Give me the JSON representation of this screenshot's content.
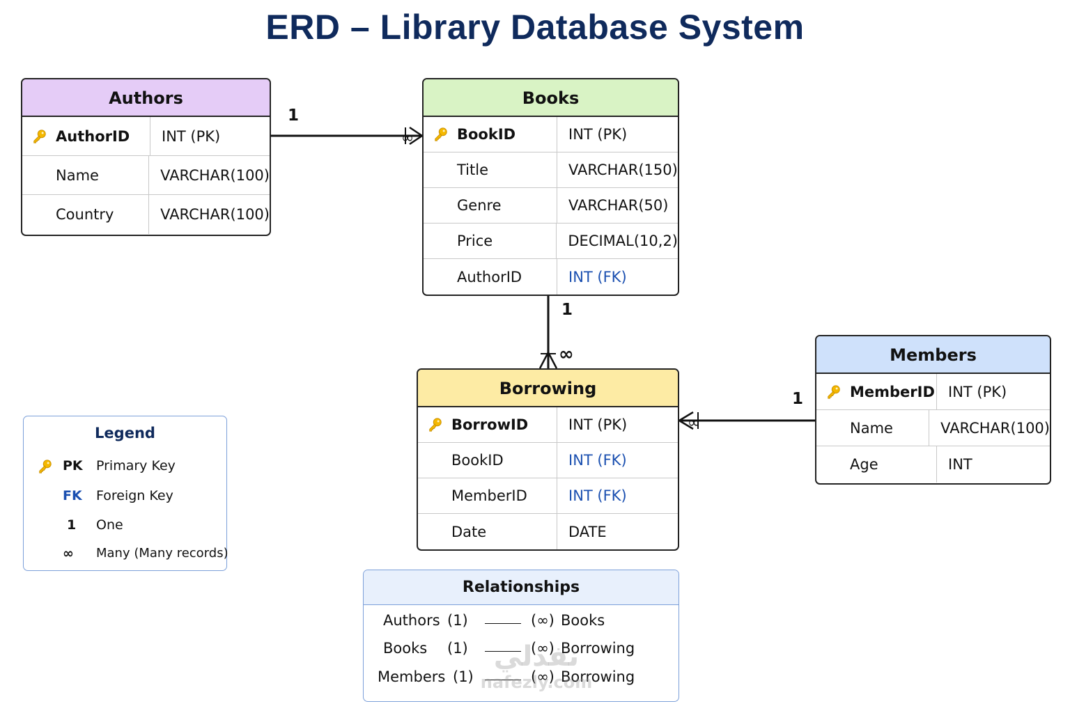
{
  "title": "ERD – Library Database System",
  "colors": {
    "title": "#0f2a5c",
    "authors_header": "#e5ccf7",
    "books_header": "#d9f3c5",
    "borrowing_header": "#fdeba4",
    "members_header": "#cfe1fb",
    "foreign_key_text": "#1a4fb0",
    "key_icon": "#f5b800"
  },
  "entities": {
    "authors": {
      "name": "Authors",
      "rows": [
        {
          "field": "AuthorID",
          "type": "INT (PK)"
        },
        {
          "field": "Name",
          "type": "VARCHAR(100)"
        },
        {
          "field": "Country",
          "type": "VARCHAR(100)"
        }
      ]
    },
    "books": {
      "name": "Books",
      "rows": [
        {
          "field": "BookID",
          "type": "INT (PK)"
        },
        {
          "field": "Title",
          "type": "VARCHAR(150)"
        },
        {
          "field": "Genre",
          "type": "VARCHAR(50)"
        },
        {
          "field": "Price",
          "type": "DECIMAL(10,2)"
        },
        {
          "field": "AuthorID",
          "type": "INT (FK)"
        }
      ]
    },
    "borrowing": {
      "name": "Borrowing",
      "rows": [
        {
          "field": "BorrowID",
          "type": "INT (PK)"
        },
        {
          "field": "BookID",
          "type": "INT (FK)"
        },
        {
          "field": "MemberID",
          "type": "INT (FK)"
        },
        {
          "field": "Date",
          "type": "DATE"
        }
      ]
    },
    "members": {
      "name": "Members",
      "rows": [
        {
          "field": "MemberID",
          "type": "INT (PK)"
        },
        {
          "field": "Name",
          "type": "VARCHAR(100)"
        },
        {
          "field": "Age",
          "type": "INT"
        }
      ]
    }
  },
  "cardinality": {
    "authors_books_one": "1",
    "books_borrowing_one": "1",
    "books_borrowing_many": "∞",
    "members_borrowing_one": "1"
  },
  "legend": {
    "title": "Legend",
    "items": [
      {
        "symbol": "PK",
        "label": "Primary Key",
        "icon": "key-icon"
      },
      {
        "symbol": "FK",
        "label": "Foreign Key"
      },
      {
        "symbol": "1",
        "label": "One"
      },
      {
        "symbol": "∞",
        "label": "Many (Many records)"
      }
    ]
  },
  "relationships": {
    "title": "Relationships",
    "items": [
      {
        "from": "Authors",
        "from_card": "(1)",
        "to_card": "(∞)",
        "to": "Books"
      },
      {
        "from": "Books",
        "from_card": "(1)",
        "to_card": "(∞)",
        "to": "Borrowing"
      },
      {
        "from": "Members",
        "from_card": "(1)",
        "to_card": "(∞)",
        "to": "Borrowing"
      }
    ]
  },
  "watermark": {
    "arabic": "نفذلي",
    "url": "nafezly.com"
  }
}
